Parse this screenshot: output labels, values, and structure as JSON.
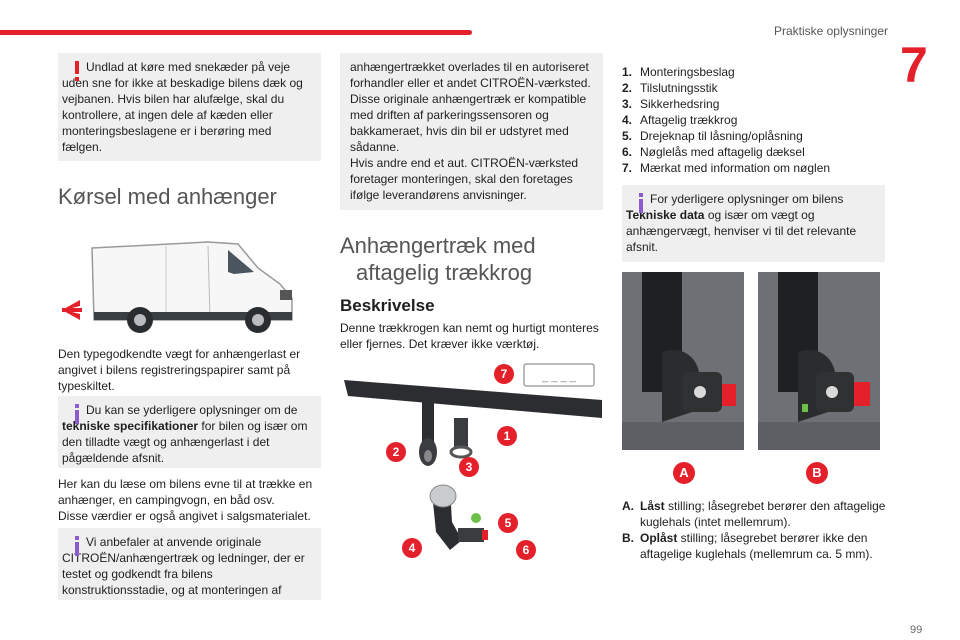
{
  "header": {
    "title": "Praktiske oplysninger",
    "chapter": "7",
    "page": "99"
  },
  "col1": {
    "warning": "Undlad at køre med snekæder på veje uden sne for ikke at beskadige bilens dæk og vejbanen. Hvis bilen har alufælge, skal du kontrollere, at ingen dele af kæden eller monteringsbeslagene er i berøring med fælgen.",
    "section_title": "Kørsel med anhænger",
    "para1": "Den typegodkendte vægt for anhængerlast er angivet i bilens registreringspapirer samt på typeskiltet.",
    "info1_pre": "Du kan se yderligere oplysninger om de ",
    "info1_bold": "tekniske specifikationer",
    "info1_post": " for bilen og især om den tilladte vægt og anhængerlast i det pågældende afsnit.",
    "para2a": "Her kan du læse om bilens evne til at trække en anhænger, en campingvogn, en båd osv.",
    "para2b": "Disse værdier er også angivet i salgsmaterialet.",
    "info2": "Vi anbefaler at anvende originale CITROËN/anhængertræk og ledninger, der er testet og godkendt fra bilens konstruktionsstadie, og at monteringen af"
  },
  "col2": {
    "box_text1": "anhængertrækket overlades til en autoriseret forhandler eller et andet CITROËN-værksted. Disse originale anhængertræk er kompatible med driften af parkeringssensoren og bakkameraet, hvis din bil er udstyret med sådanne.",
    "box_text2": "Hvis andre end et aut. CITROËN-værksted foretager monteringen, skal den foretages ifølge leverandørens anvisninger.",
    "section_title_l1": "Anhængertræk med",
    "section_title_l2": "aftagelig trækkrog",
    "sub_title": "Beskrivelse",
    "para": "Denne trækkrogen kan nemt og hurtigt monteres eller fjernes. Det kræver ikke værktøj.",
    "label_box": "_ _ _ _",
    "callouts": [
      "1",
      "2",
      "3",
      "4",
      "5",
      "6",
      "7"
    ]
  },
  "col3": {
    "list": [
      {
        "n": "1.",
        "text": "Monteringsbeslag"
      },
      {
        "n": "2.",
        "text": "Tilslutningsstik"
      },
      {
        "n": "3.",
        "text": "Sikkerhedsring"
      },
      {
        "n": "4.",
        "text": "Aftagelig trækkrog"
      },
      {
        "n": "5.",
        "text": "Drejeknap til låsning/oplåsning"
      },
      {
        "n": "6.",
        "text": "Nøglelås med aftagelig dæksel"
      },
      {
        "n": "7.",
        "text": "Mærkat med information om nøglen"
      }
    ],
    "info_pre": "For yderligere oplysninger om bilens ",
    "info_bold": "Tekniske data",
    "info_post": " og især om vægt og anhængervægt, henviser vi til det relevante afsnit.",
    "photo_label_a": "A",
    "photo_label_b": "B",
    "a_label": "A.",
    "a_bold": "Låst",
    "a_text": " stilling; låsegrebet berører den aftagelige kuglehals (intet mellemrum).",
    "b_label": "B.",
    "b_bold": "Oplåst",
    "b_text": " stilling; låsegrebet berører ikke den aftagelige kuglehals (mellemrum ca. 5 mm)."
  }
}
